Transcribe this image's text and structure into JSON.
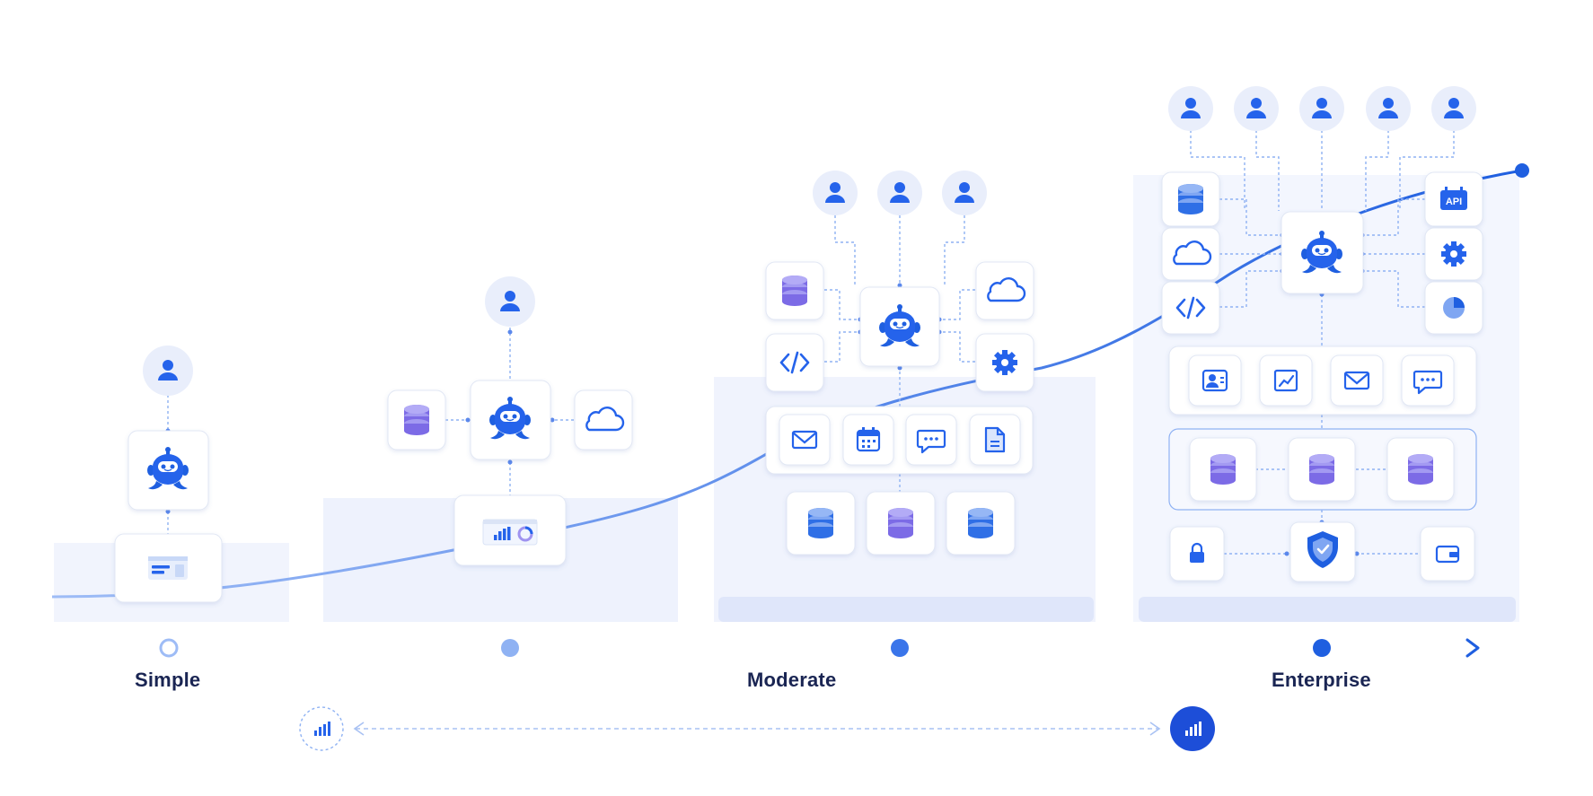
{
  "labels": {
    "simple": "Simple",
    "moderate": "Moderate",
    "enterprise": "Enterprise"
  },
  "icon_labels": {
    "api": "API"
  },
  "colors": {
    "primary": "#2563eb",
    "primary_dark": "#1d4ed8",
    "light": "#8fb2f3",
    "purple": "#7c6be6",
    "bg_panel": "#eef2fd",
    "card_border": "#dfe5f3",
    "avatar_bg": "#e9eefb"
  }
}
